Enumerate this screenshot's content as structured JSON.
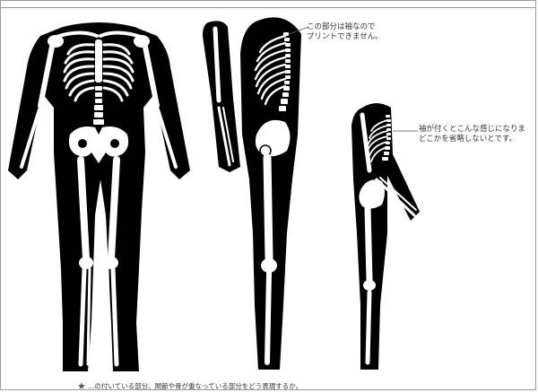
{
  "notes": {
    "sleeve": {
      "line1": "この部分は袖なので",
      "line2": "プリントできません。"
    },
    "omit": {
      "line1": "袖が付くとこんな感じになりま",
      "line2": "どこかを省略しないとです。"
    }
  },
  "footer": {
    "icon": "star-icon",
    "text": "…の付いている部分、関節や骨が重なっている部分をどう表現するか。"
  },
  "colors": {
    "suit": "#000000",
    "bone": "#ffffff",
    "leader": "#555555"
  }
}
